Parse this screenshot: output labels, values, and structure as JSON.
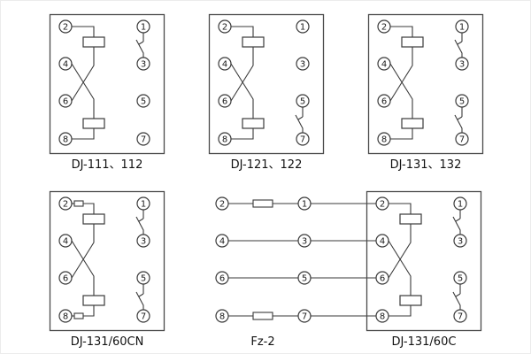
{
  "colors": {
    "line": "#3a3a3a",
    "background": "#ffffff"
  },
  "panels": [
    {
      "caption": "DJ-111、112",
      "left": [
        "2",
        "4",
        "6",
        "8"
      ],
      "right": [
        "1",
        "3",
        "5",
        "7"
      ]
    },
    {
      "caption": "DJ-121、122",
      "left": [
        "2",
        "4",
        "6",
        "8"
      ],
      "right": [
        "1",
        "3",
        "5",
        "7"
      ]
    },
    {
      "caption": "DJ-131、132",
      "left": [
        "2",
        "4",
        "6",
        "8"
      ],
      "right": [
        "1",
        "3",
        "5",
        "7"
      ]
    },
    {
      "caption": "DJ-131/60CN",
      "left": [
        "2",
        "4",
        "6",
        "8"
      ],
      "right": [
        "1",
        "3",
        "5",
        "7"
      ]
    },
    {
      "caption": "Fz-2",
      "left": [
        "2",
        "4",
        "6",
        "8"
      ],
      "right": [
        "1",
        "3",
        "5",
        "7"
      ]
    },
    {
      "caption": "DJ-131/60C",
      "left": [
        "2",
        "4",
        "6",
        "8"
      ],
      "right": [
        "1",
        "3",
        "5",
        "7"
      ]
    }
  ]
}
